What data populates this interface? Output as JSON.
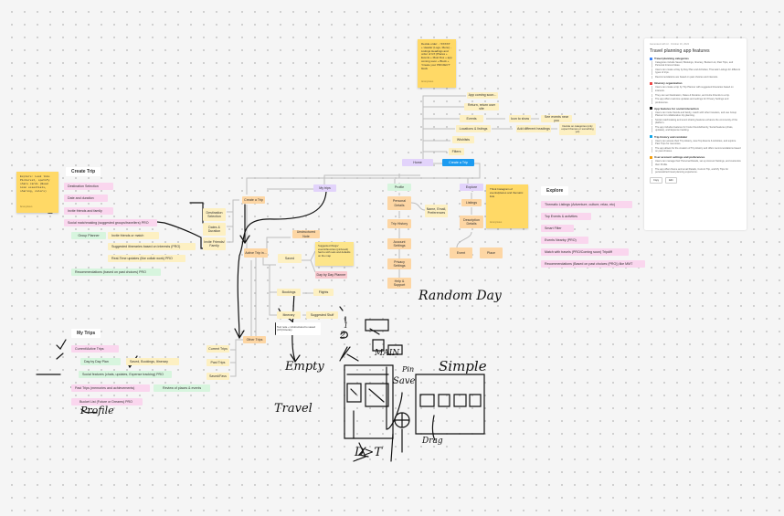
{
  "sticky_notes": {
    "explore_note": {
      "text": "Explore: Look like Pinterest, spotify share cards (Bead icon essentials, sharing, colors)",
      "author": "Anonymous"
    },
    "order_note": {
      "text": "Decide order: - 'XXXXX' + Header (Logo, Menu) - Listings Headings and order of UX (Places + Events + Must Dos + app coming soon + Block + 'Create your PROJECT' block",
      "author": "Anonymous"
    },
    "explore_flow_note": {
      "text": "Think Instagram of events/places and thematic lists",
      "author": "Anonymous"
    },
    "suggested_note": {
      "text": "Suggested things/ events/favorites (pinboard) had to with sets and defaults on the map",
      "author": ""
    },
    "text_note": {
      "text": "Text note + Unstructured to saved (UX) Itinerary"
    }
  },
  "create_trip": {
    "title": "Create Trip",
    "items": [
      "Destination Selection",
      "Date and duration",
      "Invite friends and family",
      "Social matchmaking (suggested groups/travellers) PRO"
    ],
    "group_planner": "Group Planner",
    "group_items": [
      "Invite friends or match",
      "Suggested itineraries based on interests (PRO)",
      "Real-Time updates (like collab work) PRO"
    ],
    "recommendations": "Recommendations (based on past choices) PRO"
  },
  "my_trips": {
    "title": "My Trips",
    "current": "Current/Active Trips",
    "day_plan": "Day by Day Plan",
    "saved": "Saved, Bookings, Itinerary",
    "social": "Social features (chats, updates, Expense tracking) PRO",
    "past": "Past Trips (memories and achievements)",
    "review": "Review of places & events",
    "bucket": "Bucket List (Future or Dreams) PRO"
  },
  "explore": {
    "title": "Explore",
    "items": [
      "Thematic Listings (Adventure, culture, relax, etc)",
      "Top Events & activities",
      "Smart Filter",
      "Events Nearby (PRO)",
      "Match with travels (PRO/Coming soon) Tripdiff",
      "Recommendations (Based on past choices (PRO)) like MMT"
    ]
  },
  "flow": {
    "home": "Home",
    "create_trip_blue": "Create a Trip",
    "app_coming": "App coming soon...",
    "return_user": "Return, return user site",
    "events": "Events",
    "icon_show": "Icon to show",
    "see_events": "See events near you",
    "locations": "Locations & listings",
    "add_headings": "Add different headings",
    "decide_categories": "Decide on categories (only expect themes or something yet)",
    "wishlists": "Wishlists",
    "filters": "Filters",
    "my_trips": "My trips",
    "create_trip": "Create a Trip",
    "destination": "Destination Selection",
    "dates": "Dates & Duration",
    "invite": "Invite Friends/ Family",
    "active_trip": "Active Trip in...",
    "unstructured": "Unstructured Note",
    "saved": "Saved",
    "day_planner": "Day by Day Planner",
    "bookings": "Bookings",
    "flights": "Flights",
    "itinerary": "Itinerary",
    "suggested_stuff": "Suggested Stuff",
    "other_trips": "Other Trips",
    "current_trips": "Current Trips",
    "past_trips": "Past Trips",
    "saved_favs": "Saved/Favs",
    "profile": "Profile",
    "personal": "Personal Details",
    "name_email": "Name, Email, Preferences",
    "trip_history": "Trip History",
    "account": "Account Settings",
    "privacy": "Privacy Settings",
    "help": "Help & Support",
    "explore": "Explore",
    "listings": "Listings",
    "description": "Description Details",
    "event": "Event",
    "place": "Place"
  },
  "handwriting": {
    "random_day": "Random Day",
    "main": "MAIN",
    "simple": "Simple",
    "empty": "Empty",
    "profile": "Profile",
    "travel": "Travel",
    "dt": "D>T",
    "drag": "Drag",
    "save": "Save",
    "pin": "Pin",
    "num1": "1",
    "num2": "2"
  },
  "panel": {
    "meta": "Generated with AI · October 16, 2024",
    "title": "Travel planning app features",
    "sections": [
      {
        "heading": "Travel planning categories",
        "color": "#3b82f6",
        "bullets": [
          "Categories include Saved, Bookings, Itinerary, Bucket List, Past Trips, and Personal Interest Ideas.",
          "Users can create a Day by Day Plan and Activities; Thematic Listings for different types of trips.",
          "Recommendations are based on past choices and interests."
        ]
      },
      {
        "heading": "Itinerary organization",
        "color": "#ef4444",
        "bullets": [
          "Users can create a trip by Trip Planner with suggested itineraries based on interests.",
          "They can set Destination, Dates & Duration, and invite Friends to a trip.",
          "The app offers real-time updates and settings for Privacy Settings and preferences."
        ]
      },
      {
        "heading": "App features for social interaction",
        "color": "#111111",
        "bullets": [
          "Users can invite friends and family, match with other travelers, and use Group Planner for collaborative trip planning.",
          "Social matchmaking and event sharing features enhance the community of the platform.",
          "The app includes features for Invite Friends/Family, Social features (chats, updates), and Expense tracking."
        ]
      },
      {
        "heading": "Trip history and reminder",
        "color": "#0ea5e9",
        "bullets": [
          "Users can access their Trip History, view Top Events & Activities, and explore Past Trips for memories.",
          "The app allows for the creation of Trip History and offers recommendations based on past choices."
        ]
      },
      {
        "heading": "User account settings and preferences",
        "color": "#f59e0b",
        "bullets": [
          "Users can manage their Personal Details, set up Account Settings, and customize their Profile.",
          "The app offers Name and email Details, Current Trip, and My Trips for personalized travel planning experience."
        ]
      }
    ],
    "copy": "Copy",
    "edit": "Edit"
  }
}
